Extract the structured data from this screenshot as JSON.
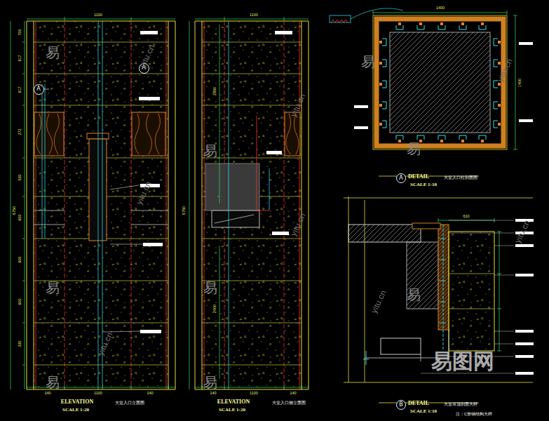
{
  "diagram": {
    "nodes": [
      {
        "text": [
          "A"
        ]
      },
      {
        "text": [
          "A"
        ]
      },
      {
        "text": [
          "A"
        ]
      },
      {
        "text": [
          "B"
        ]
      }
    ],
    "labels": [
      "ELEVATION",
      "SCALE  1:20",
      "大堂入口立面图",
      "ELEVATION",
      "SCALE  1:20",
      "大堂入口侧立面图",
      "DETAIL",
      "SCALE  1:10",
      "大堂入口柱剖面图",
      "DETAIL",
      "SCALE  1:10",
      "大堂吊顶剖面大样",
      "注：C形钢结构大样",
      "700",
      "917",
      "917",
      "272",
      "530",
      "600",
      "600",
      "600",
      "330",
      "5750",
      "140",
      "1100",
      "140",
      "1100",
      "5750",
      "2850",
      "2400",
      "140",
      "1100",
      "140",
      "1100",
      "1400",
      "1400",
      "610",
      "易",
      "易",
      "易",
      "易",
      "易",
      "易",
      "易",
      "易",
      "易",
      "yitu.cn",
      "yitu.cn",
      "yitu.cn",
      "yitu.cn",
      "yitu.cn",
      "yitu.cn",
      "yitu.cn",
      "yitu.cn",
      "易图网"
    ]
  }
}
